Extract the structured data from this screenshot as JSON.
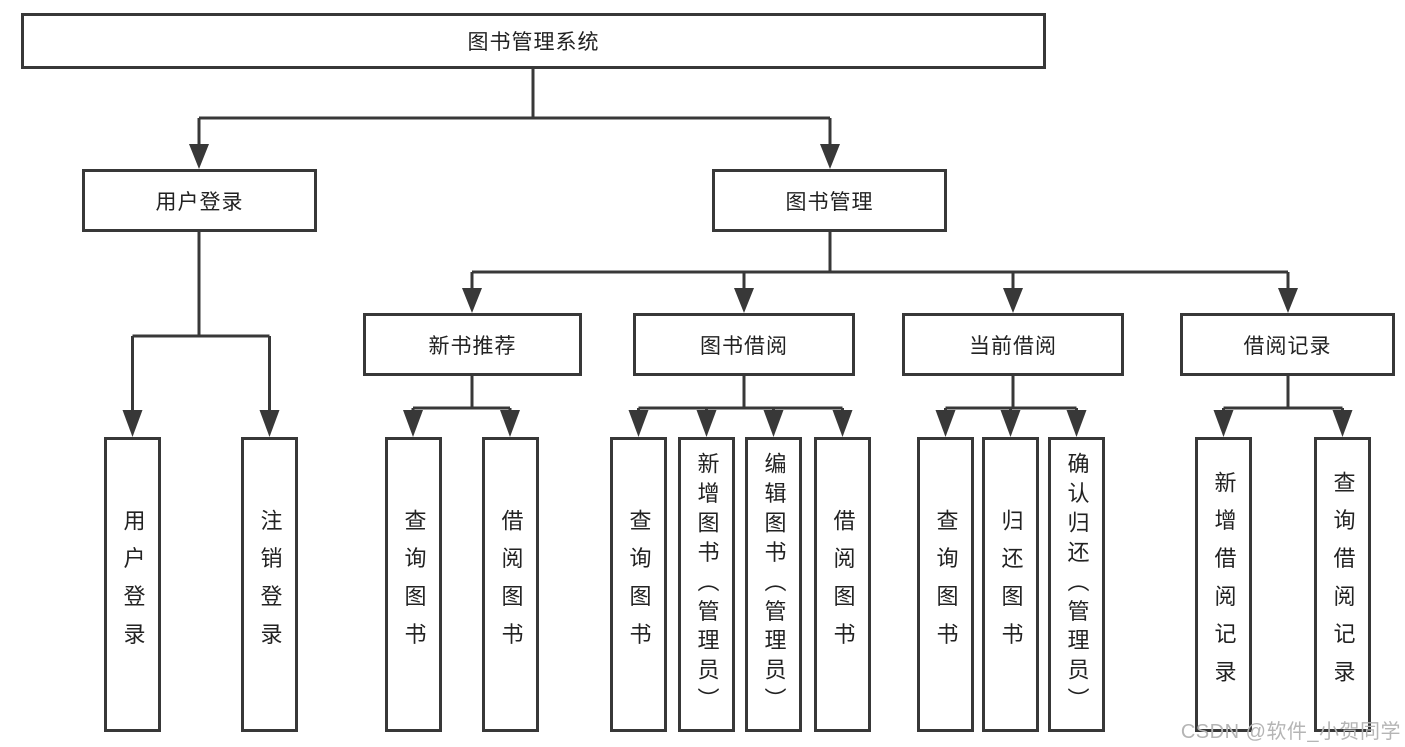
{
  "colors": {
    "line": "#383838",
    "box_border": "#383838",
    "box_fill": "#ffffff",
    "text": "#222222",
    "watermark": "#b5b5b5"
  },
  "watermark": {
    "text": "CSDN @软件_小贺同学"
  },
  "tree": {
    "root": {
      "label": "图书管理系统",
      "children": [
        {
          "label": "用户登录",
          "children": [
            {
              "label": "用户登录"
            },
            {
              "label": "注销登录"
            }
          ]
        },
        {
          "label": "图书管理",
          "children": [
            {
              "label": "新书推荐",
              "children": [
                {
                  "label": "查询图书"
                },
                {
                  "label": "借阅图书"
                }
              ]
            },
            {
              "label": "图书借阅",
              "children": [
                {
                  "label": "查询图书"
                },
                {
                  "label": "新增图书（管理员）"
                },
                {
                  "label": "编辑图书（管理员）"
                },
                {
                  "label": "借阅图书"
                }
              ]
            },
            {
              "label": "当前借阅",
              "children": [
                {
                  "label": "查询图书"
                },
                {
                  "label": "归还图书"
                },
                {
                  "label": "确认归还（管理员）"
                }
              ]
            },
            {
              "label": "借阅记录",
              "children": [
                {
                  "label": "新增借阅记录"
                },
                {
                  "label": "查询借阅记录"
                }
              ]
            }
          ]
        }
      ]
    }
  }
}
